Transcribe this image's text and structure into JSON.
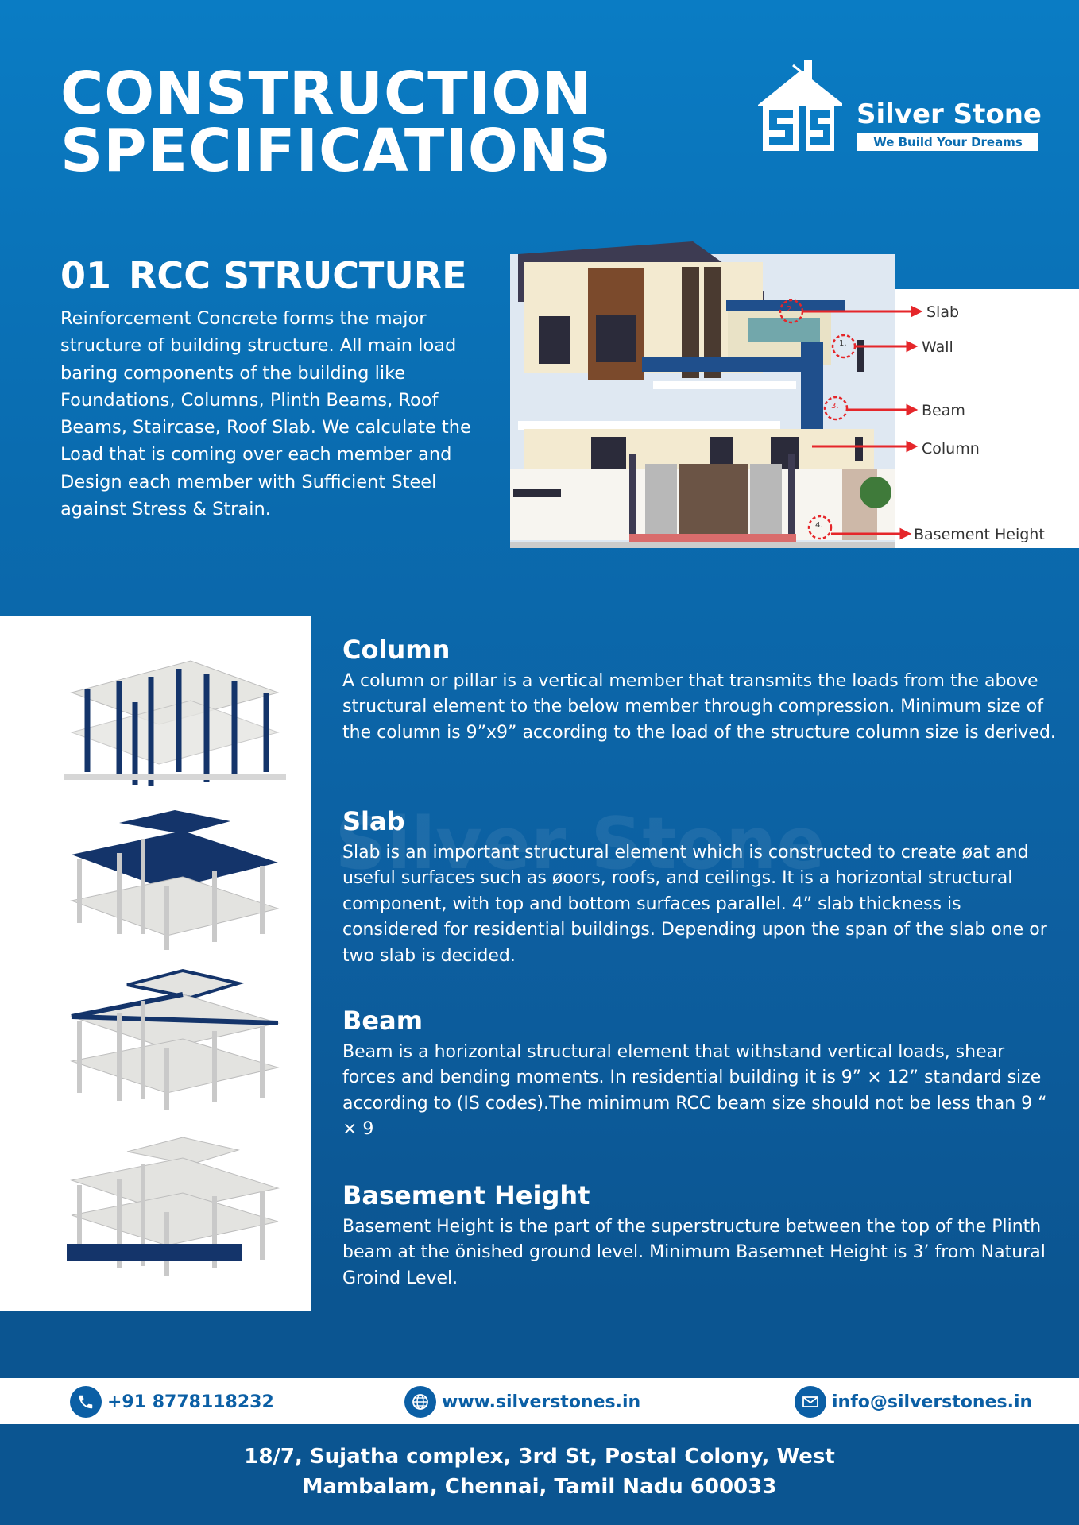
{
  "header": {
    "title_line1": "CONSTRUCTION",
    "title_line2": "SPECIFICATIONS"
  },
  "logo": {
    "name": "Silver Stone",
    "tagline": "We Build Your Dreams",
    "icon": "house-ss-logo-icon"
  },
  "section": {
    "number": "01",
    "title": "RCC STRUCTURE",
    "intro": "Reinforcement Concrete forms the major structure of building structure. All main load baring components of the building like Foundations, Columns, Plinth Beams, Roof Beams, Staircase, Roof Slab. We calculate the Load that is coming over each member and Design each member with Sufficient Steel against Stress & Strain."
  },
  "house_diagram": {
    "labels": {
      "slab": "Slab",
      "wall": "Wall",
      "beam": "Beam",
      "column": "Column",
      "basement": "Basement Height"
    },
    "markers": {
      "m1": "1.",
      "m2": "2.",
      "m3": "3.",
      "m4": "4."
    }
  },
  "watermark": {
    "text": "Silver Stone"
  },
  "components": [
    {
      "title": "Column",
      "description": "A column or pillar is a vertical member that transmits the loads from the above structural element to the below member through compression. Minimum size of the column is 9”x9” according to the load of the structure column size is derived."
    },
    {
      "title": "Slab",
      "description": "Slab is an important structural element which is constructed to create øat and useful surfaces such as øoors, roofs, and ceilings. It is a horizontal structural component, with top and bottom surfaces parallel. 4” slab thickness is considered for residential buildings. Depending upon the span of the slab one or two slab is decided."
    },
    {
      "title": "Beam",
      "description": "Beam is a horizontal structural element that withstand vertical loads, shear forces and bending moments. In residential building it is 9” × 12” standard size according to (IS codes).The minimum RCC beam size should not be less than 9 “ × 9"
    },
    {
      "title": "Basement Height",
      "description": "Basement Height is the part of the superstructure between the top of the Plinth beam at the önished ground level. Minimum Basemnet Height is 3’ from Natural Groind Level."
    }
  ],
  "contacts": {
    "phone": "+91 8778118232",
    "website": "www.silverstones.in",
    "email": "info@silverstones.in"
  },
  "address": {
    "line1": "18/7, Sujatha complex, 3rd St, Postal Colony, West",
    "line2": "Mambalam, Chennai, Tamil Nadu 600033"
  },
  "colors": {
    "background_top": "#0a7cc4",
    "background_bottom": "#0b5591",
    "accent": "#0b5fa5",
    "highlight_dark_blue": "#14346a",
    "marker_red": "#e5262a"
  }
}
